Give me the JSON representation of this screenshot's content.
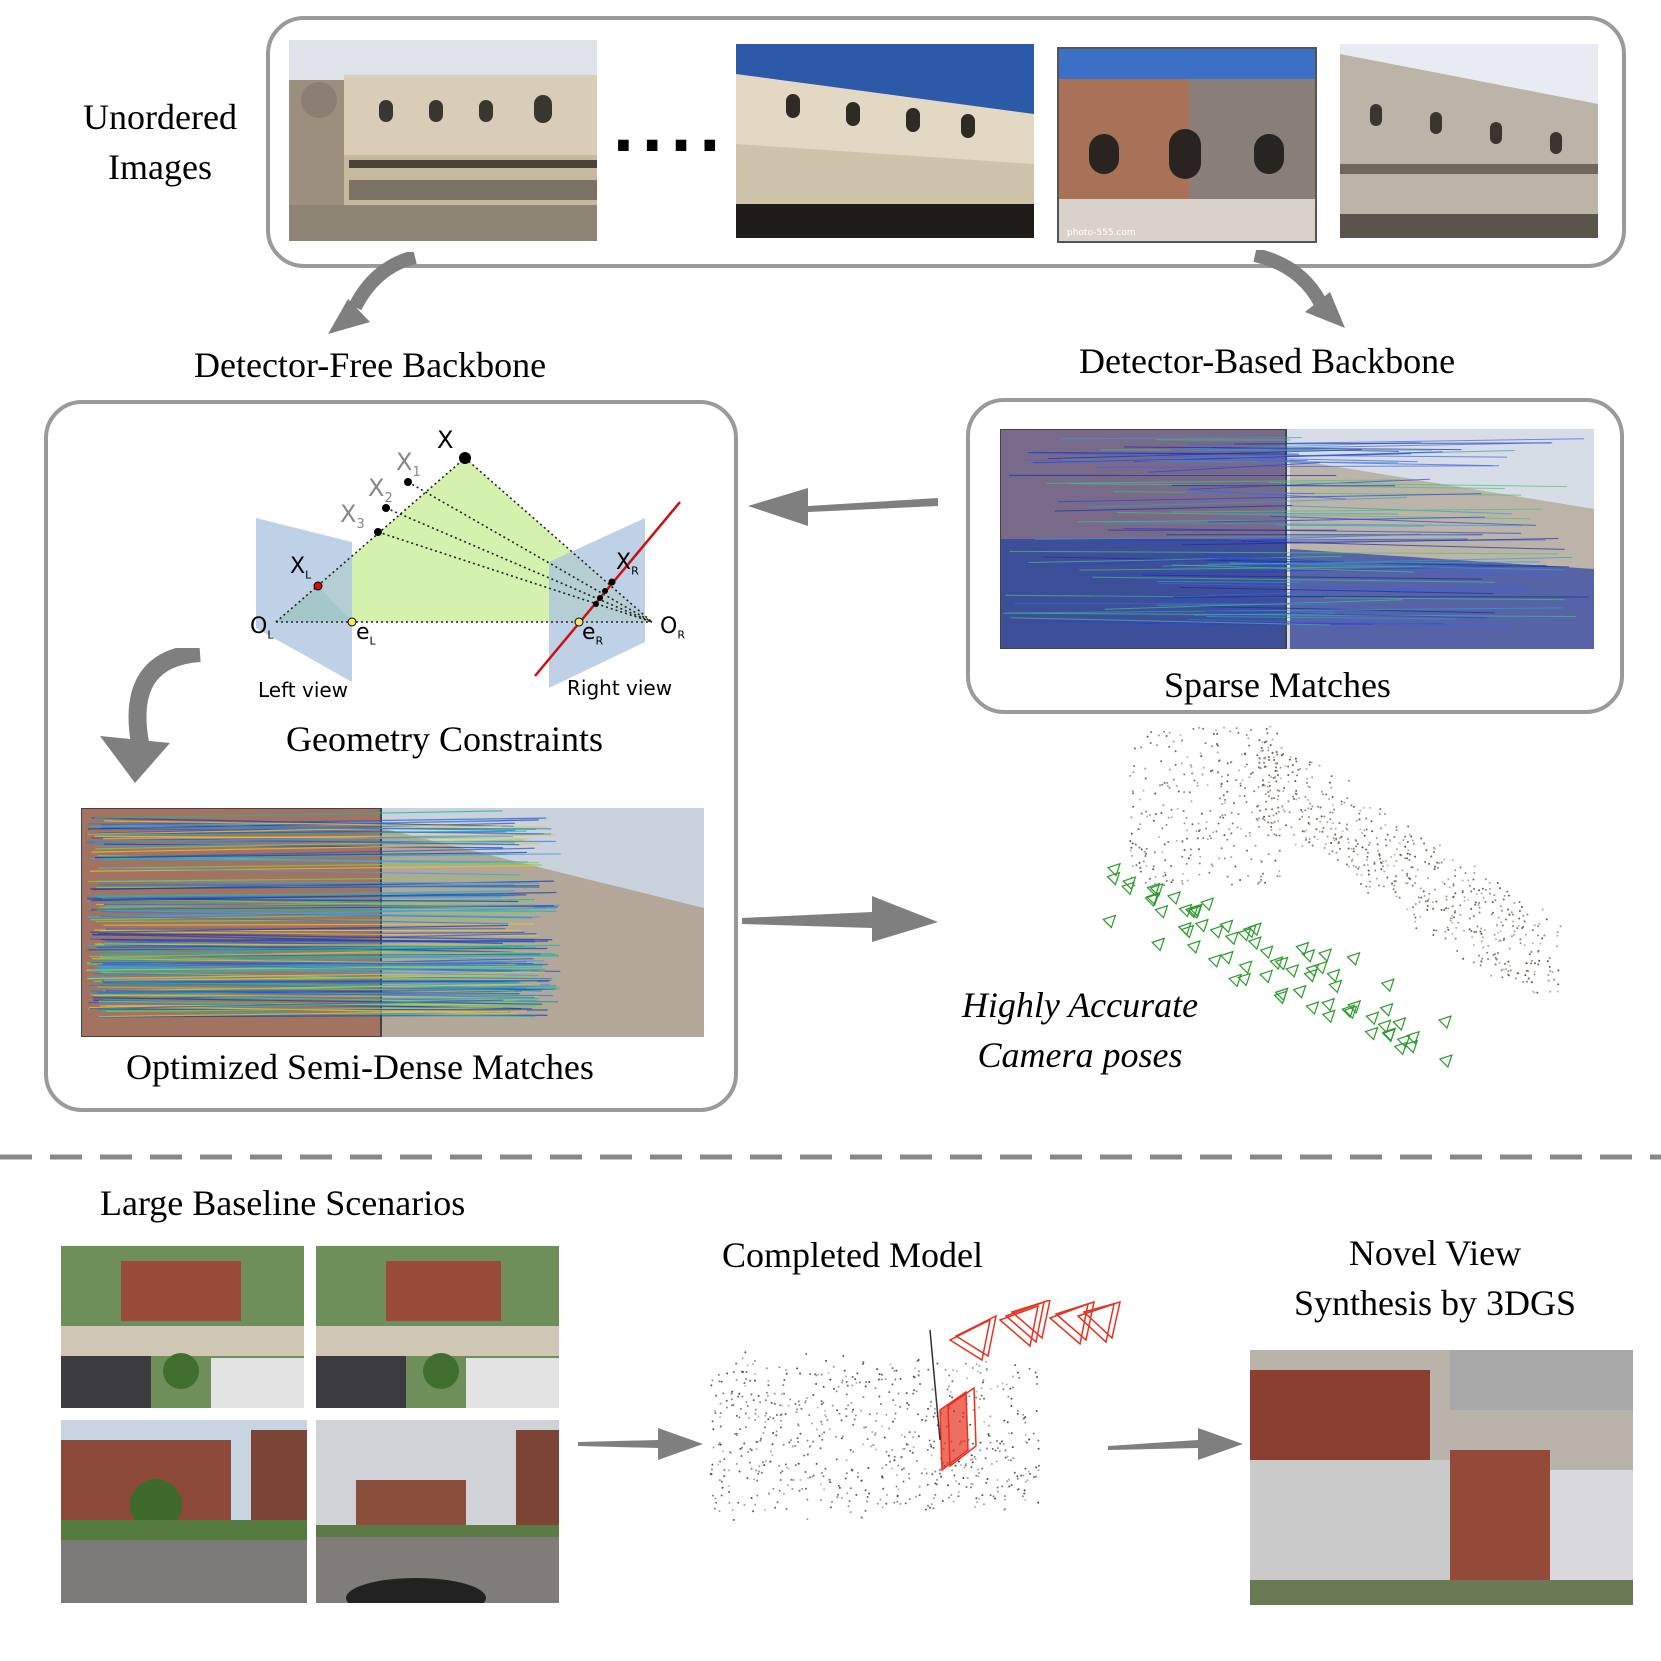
{
  "top": {
    "unordered_images": "Unordered\nImages",
    "ellipsis": "....",
    "watermark": "photo-555.com"
  },
  "detector_free": {
    "title": "Detector-Free Backbone"
  },
  "detector_based": {
    "title": "Detector-Based Backbone",
    "caption": "Sparse Matches"
  },
  "geometry": {
    "caption": "Geometry Constraints",
    "left_view": "Left view",
    "right_view": "Right view",
    "X": "X",
    "X1": "X",
    "X1_sub": "1",
    "X2": "X",
    "X2_sub": "2",
    "X3": "X",
    "X3_sub": "3",
    "xL": "X",
    "xL_sub": "L",
    "xR": "X",
    "xR_sub": "R",
    "OL": "O",
    "OL_sub": "L",
    "OR": "O",
    "OR_sub": "R",
    "eL": "e",
    "eL_sub": "L",
    "eR": "e",
    "eR_sub": "R"
  },
  "semi_dense": {
    "caption": "Optimized Semi-Dense Matches"
  },
  "poses": {
    "caption": "Highly Accurate\nCamera poses"
  },
  "bottom": {
    "large_baseline": "Large Baseline Scenarios",
    "completed_model": "Completed Model",
    "novel_view": "Novel View\nSynthesis by 3DGS"
  },
  "colors": {
    "border": "#9a9a9a",
    "arrow": "#7f7f7f",
    "epipolar_line": "#cc1111",
    "camera_green": "#2a9a2a",
    "camera_red": "#e8311f",
    "plane_blue": "#a9c2df",
    "triangle_green": "#cdeea0"
  }
}
